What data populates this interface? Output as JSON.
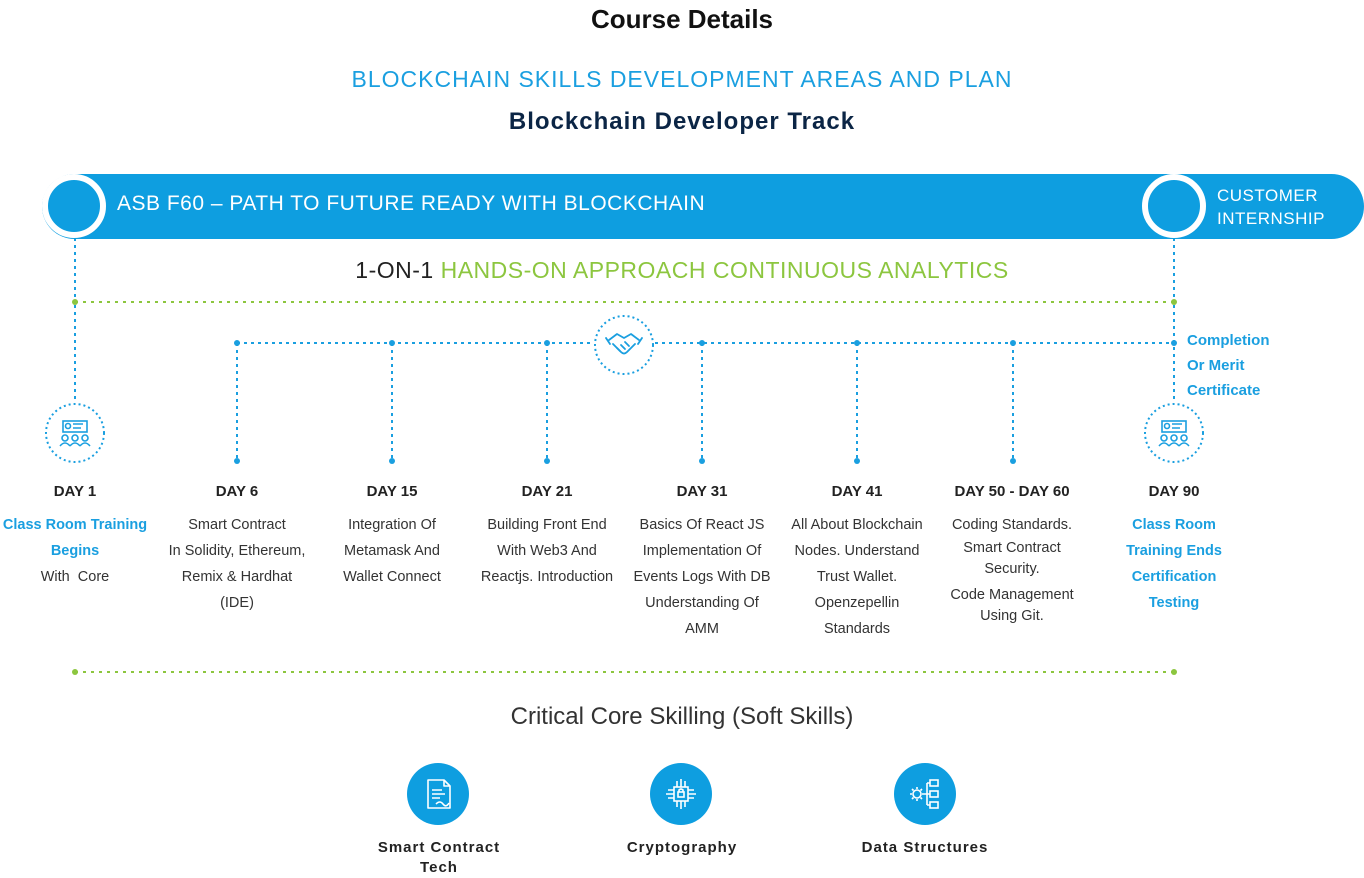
{
  "header": {
    "title": "Course Details",
    "subtitle": "BLOCKCHAIN SKILLS DEVELOPMENT AREAS AND PLAN",
    "track": "Blockchain Developer Track"
  },
  "banner": {
    "text": "ASB F60 – PATH TO FUTURE READY WITH BLOCKCHAIN",
    "right_line1": "CUSTOMER",
    "right_line2": "INTERNSHIP"
  },
  "approach": {
    "prefix": "1-ON-1",
    "highlight": "HANDS-ON APPROACH CONTINUOUS ANALYTICS"
  },
  "completion": [
    "Completion",
    "Or Merit",
    "Certificate"
  ],
  "days": [
    {
      "label": "DAY 1",
      "lines": [
        {
          "text": "Class Room Training",
          "highlight": true
        },
        {
          "text": "Begins",
          "highlight": true
        },
        {
          "text": "With  Core",
          "highlight": false
        }
      ]
    },
    {
      "label": "DAY 6",
      "lines": [
        {
          "text": "Smart Contract"
        },
        {
          "text": "In Solidity, Ethereum,"
        },
        {
          "text": "Remix & Hardhat"
        },
        {
          "text": "(IDE)"
        }
      ]
    },
    {
      "label": "DAY 15",
      "lines": [
        {
          "text": "Integration Of"
        },
        {
          "text": "Metamask And"
        },
        {
          "text": "Wallet Connect"
        }
      ]
    },
    {
      "label": "DAY 21",
      "lines": [
        {
          "text": "Building Front End"
        },
        {
          "text": "With Web3 And"
        },
        {
          "text": "Reactjs. Introduction"
        }
      ]
    },
    {
      "label": "DAY 31",
      "lines": [
        {
          "text": "Basics Of React JS"
        },
        {
          "text": "Implementation Of"
        },
        {
          "text": "Events Logs With DB"
        },
        {
          "text": "Understanding Of"
        },
        {
          "text": "AMM"
        }
      ]
    },
    {
      "label": "DAY 41",
      "lines": [
        {
          "text": "All About Blockchain"
        },
        {
          "text": "Nodes. Understand"
        },
        {
          "text": "Trust Wallet."
        },
        {
          "text": "Openzepellin"
        },
        {
          "text": "Standards"
        }
      ]
    },
    {
      "label": "DAY 50 - DAY 60",
      "lines": [
        {
          "text": "Coding Standards."
        },
        {
          "text": "Smart Contract"
        },
        {
          "text": "Security."
        },
        {
          "text": "Code Management"
        },
        {
          "text": "Using Git."
        }
      ]
    },
    {
      "label": "DAY 90",
      "lines": [
        {
          "text": "Class Room",
          "highlight": true
        },
        {
          "text": "Training Ends",
          "highlight": true
        },
        {
          "text": "Certification",
          "highlight": true
        },
        {
          "text": "Testing",
          "highlight": true
        }
      ]
    }
  ],
  "soft_skills": {
    "title": "Critical Core Skilling (Soft Skills)",
    "items": [
      {
        "label_line1": "Smart Contract",
        "label_line2": "Tech",
        "icon": "contract-document-icon"
      },
      {
        "label_line1": "Cryptography",
        "label_line2": "",
        "icon": "crypto-chip-lock-icon"
      },
      {
        "label_line1": "Data Structures",
        "label_line2": "",
        "icon": "gear-network-icon"
      }
    ]
  },
  "colors": {
    "blue": "#0e9ee0",
    "green": "#8cc63f",
    "navy": "#0b2545"
  }
}
